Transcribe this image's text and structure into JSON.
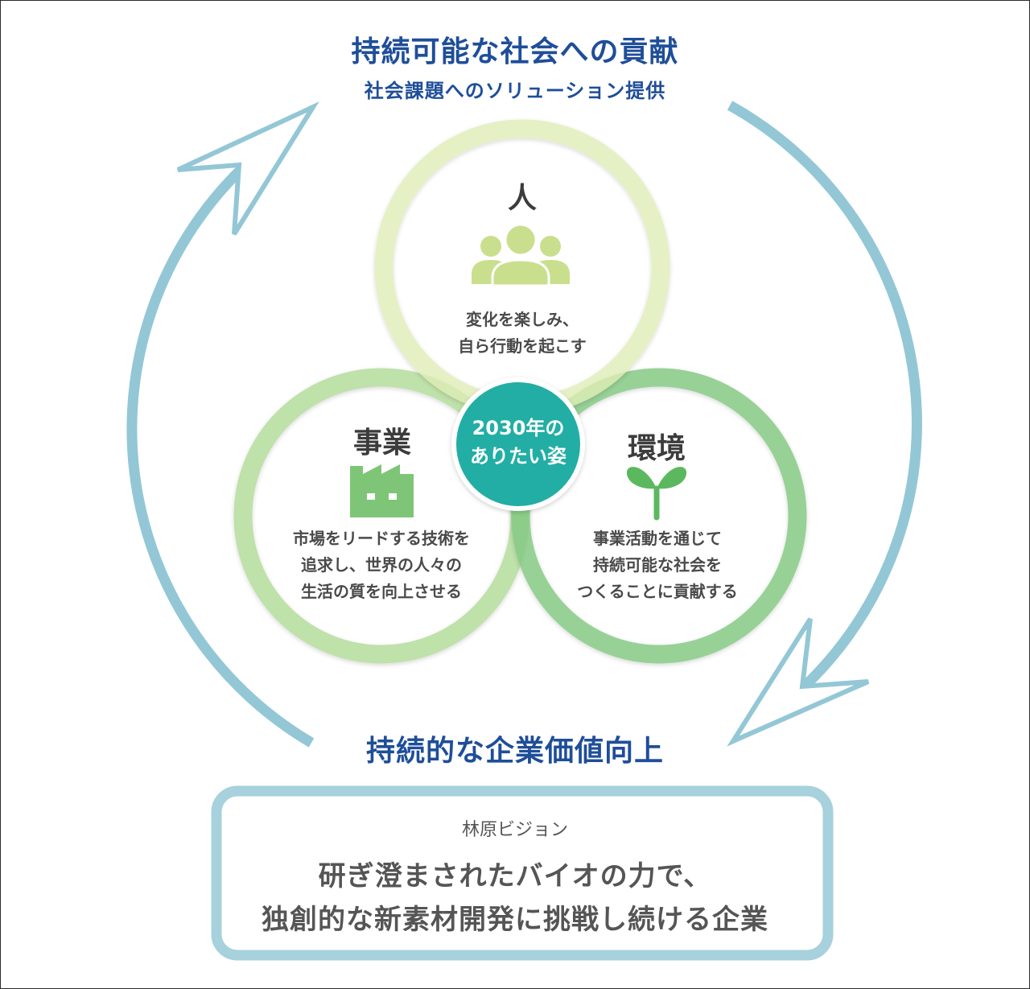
{
  "header": {
    "title": "持続可能な社会への貢献",
    "subtitle": "社会課題へのソリューション提供"
  },
  "cycle_bottom": {
    "title": "持続的な企業価値向上"
  },
  "circles": {
    "people": {
      "heading": "人",
      "icon": "people-group-icon",
      "desc": [
        "変化を楽しみ、",
        "自ら行動を起こす"
      ]
    },
    "business": {
      "heading": "事業",
      "icon": "factory-icon",
      "desc": [
        "市場をリードする技術を",
        "追求し、世界の人々の",
        "生活の質を向上させる"
      ]
    },
    "environment": {
      "heading": "環境",
      "icon": "sprout-icon",
      "desc": [
        "事業活動を通じて",
        "持続可能な社会を",
        "つくることに貢献する"
      ]
    }
  },
  "center": {
    "lines": [
      "2030年の",
      "ありたい姿"
    ]
  },
  "vision": {
    "label": "林原ビジョン",
    "lines": [
      "研ぎ澄まされたバイオの力で、",
      "独創的な新素材開発に挑戦し続ける企業"
    ]
  },
  "colors": {
    "title_blue": "#1f4e99",
    "cycle_arrow": "#93c7d6",
    "people_ring": "#dfedb6",
    "people_icon": "#c9df8e",
    "business_ring": "#b5dc9c",
    "business_icon": "#7fc577",
    "environment_ring": "#85ca84",
    "environment_icon": "#5cb85f",
    "center_fill": "#22aea4",
    "vision_border": "#a6d1dd"
  }
}
